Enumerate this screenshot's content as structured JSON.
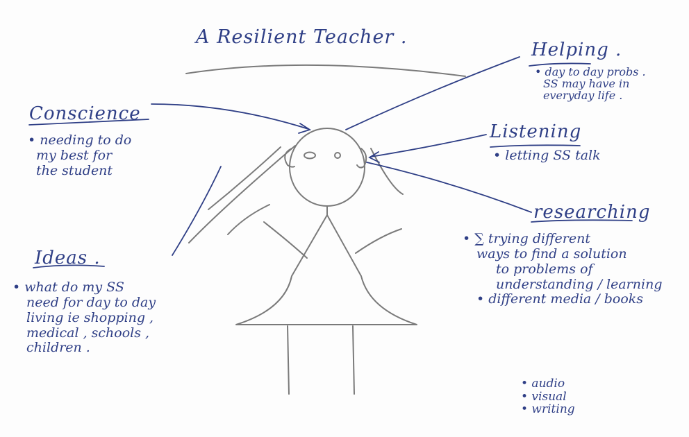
{
  "title": "A Resilient Teacher .",
  "colors": {
    "ink": "#2f3f86",
    "pencil": "#7a7a7a",
    "paper": "#fdfdfd"
  },
  "labels": {
    "helping": {
      "heading": "Helping .",
      "lines": [
        "• day to day probs .",
        "SS may have in",
        "everyday life ."
      ]
    },
    "conscience": {
      "heading": "Conscience",
      "lines": [
        "• needing to do",
        "my best for",
        "the student"
      ]
    },
    "listening": {
      "heading": "Listening",
      "lines": [
        "• letting SS talk"
      ]
    },
    "researching": {
      "heading": "researching",
      "lines": [
        "• ∑ trying different",
        "ways to find a solution",
        "to problems of",
        "understanding / learning",
        "• different media / books"
      ],
      "media": [
        "• audio",
        "• visual",
        "• writing"
      ]
    },
    "ideas": {
      "heading": "Ideas .",
      "lines": [
        "• what do my SS",
        "need for day to day",
        "living ie shopping ,",
        "medical , schools ,",
        "children ."
      ]
    }
  }
}
